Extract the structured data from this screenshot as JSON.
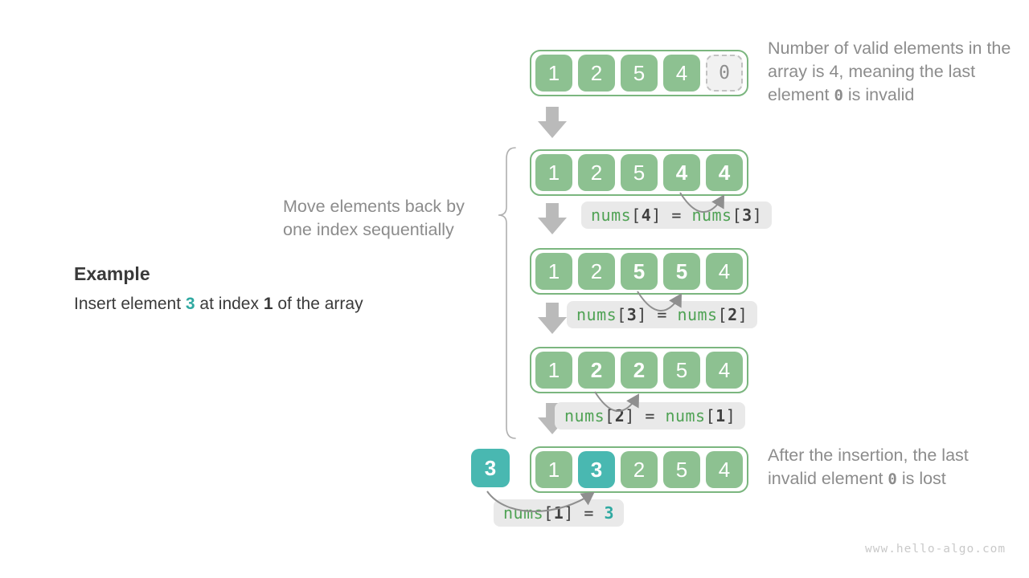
{
  "example": {
    "title": "Example",
    "line": {
      "p1": "Insert element ",
      "value": "3",
      "p2": " at index ",
      "index": "1",
      "p3": " of the array"
    }
  },
  "notes": {
    "top_right": {
      "p1": "Number of valid elements in the array is 4, meaning the last element ",
      "code": "0",
      "p2": " is invalid"
    },
    "move": "Move elements back by one index sequentially",
    "bottom_right": {
      "p1": "After the insertion, the last invalid element ",
      "code": "0",
      "p2": " is lost"
    }
  },
  "inserted_value": "3",
  "arrays": [
    {
      "cells": [
        "1",
        "2",
        "5",
        "4",
        "0"
      ]
    },
    {
      "cells": [
        "1",
        "2",
        "5",
        "4",
        "4"
      ]
    },
    {
      "cells": [
        "1",
        "2",
        "5",
        "5",
        "4"
      ]
    },
    {
      "cells": [
        "1",
        "2",
        "2",
        "5",
        "4"
      ]
    },
    {
      "cells": [
        "1",
        "3",
        "2",
        "5",
        "4"
      ]
    }
  ],
  "labels": [
    {
      "parts": [
        "nums",
        "[",
        "4",
        "]",
        " = ",
        "nums",
        "[",
        "3",
        "]"
      ]
    },
    {
      "parts": [
        "nums",
        "[",
        "3",
        "]",
        " = ",
        "nums",
        "[",
        "2",
        "]"
      ]
    },
    {
      "parts": [
        "nums",
        "[",
        "2",
        "]",
        " = ",
        "nums",
        "[",
        "1",
        "]"
      ]
    },
    {
      "parts": [
        "nums",
        "[",
        "1",
        "]",
        " = ",
        "3"
      ]
    }
  ],
  "watermark": "www.hello-algo.com",
  "colors": {
    "cell_green": "#8DC191",
    "container_border": "#7BB67F",
    "teal": "#49B8B1",
    "code_green": "#4FA254",
    "code_teal": "#2FA9A1",
    "label_bg": "#E9E9E9",
    "gray_text": "#8C8C8C",
    "dark_text": "#3A3A3A",
    "arrow_gray": "#BABABA"
  }
}
